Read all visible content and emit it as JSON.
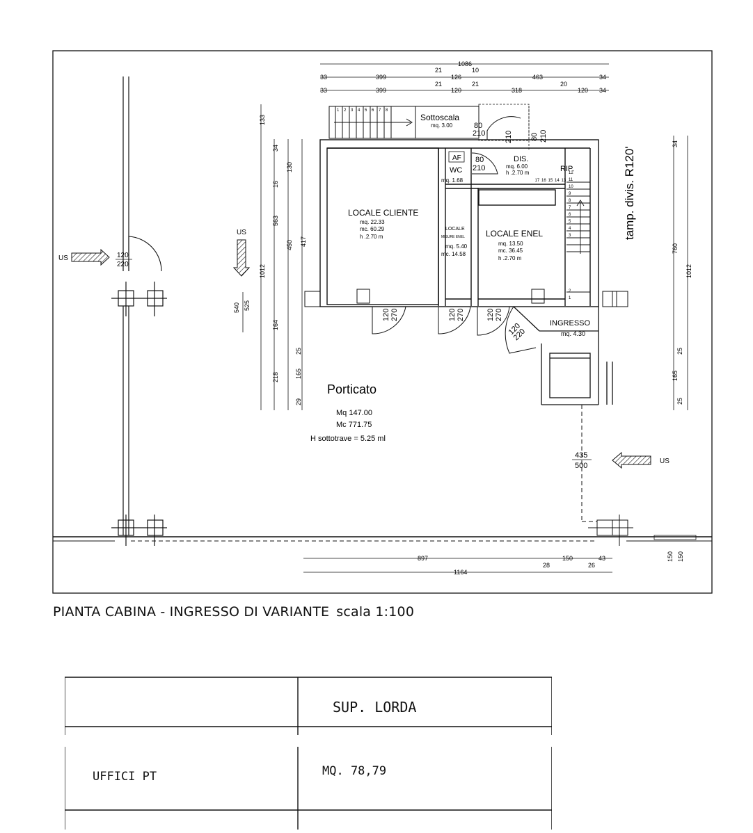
{
  "plan": {
    "rooms": {
      "sottoscala": {
        "name": "Sottoscala",
        "area": "mq. 3.00"
      },
      "dis": {
        "name": "DIS.",
        "area": "mq. 6.00",
        "height": "h .2.70 m"
      },
      "rip": {
        "name": "RIP."
      },
      "wc": {
        "name": "WC",
        "area": "mq. 1.68",
        "af": "AF"
      },
      "locale_cliente": {
        "name": "LOCALE CLIENTE",
        "area": "mq. 22.33",
        "volume": "mc. 60.29",
        "height": "h .2.70 m"
      },
      "locale_misure": {
        "name": "LOCALE",
        "sub": "MISURE ENEL",
        "area": "mq. 5.40",
        "volume": "mc. 14.58"
      },
      "locale_enel": {
        "name": "LOCALE ENEL",
        "area": "mq. 13.50",
        "volume": "mc. 36.45",
        "height": "h .2.70 m"
      },
      "ingresso": {
        "name": "INGRESSO",
        "area": "mq. 4.30"
      },
      "porticato": {
        "name": "Porticato",
        "area": "Mq 147.00",
        "volume": "Mc 771.75",
        "height": "H sottotrave = 5.25 ml"
      }
    },
    "wall_note": "tamp. divis. R120'",
    "us_label": "US",
    "stair_steps_top": [
      "1",
      "2",
      "3",
      "4",
      "5",
      "6",
      "7",
      "8"
    ],
    "stair_steps_right": [
      "1",
      "2",
      "3",
      "4",
      "5",
      "6",
      "7",
      "8",
      "9",
      "10",
      "11",
      "12",
      "13",
      "14",
      "15",
      "16",
      "17"
    ],
    "doors": {
      "left_us": {
        "w": "120",
        "h": "220"
      },
      "sottoscala": {
        "w": "80",
        "h": "210"
      },
      "dis_a": {
        "w": "210"
      },
      "dis_b": {
        "w": "80",
        "h": "210"
      },
      "wc": {
        "w": "80",
        "h": "210"
      },
      "cliente": {
        "w": "120",
        "h": "270"
      },
      "misure": {
        "w": "120",
        "h": "270"
      },
      "enel": {
        "w": "120",
        "h": "270"
      },
      "ingresso": {
        "w": "120",
        "h": "220"
      },
      "right_us": {
        "w": "435",
        "h": "500"
      }
    },
    "dims": {
      "top_total": "1086",
      "row2": [
        "33",
        "399",
        "21",
        "126",
        "10",
        "463",
        "34"
      ],
      "row3": [
        "33",
        "399",
        "21",
        "120",
        "21",
        "318",
        "20",
        "120",
        "34"
      ],
      "left_a": [
        "133",
        "34",
        "130",
        "16",
        "563",
        "450",
        "417",
        "164",
        "25",
        "165",
        "218",
        "29",
        "1012"
      ],
      "left_b": [
        "540",
        "525"
      ],
      "right": [
        "34",
        "760",
        "1012",
        "25",
        "165",
        "25"
      ],
      "bottom": [
        "897",
        "28",
        "150",
        "26",
        "43",
        "1164"
      ],
      "bottom_right": [
        "150",
        "150"
      ]
    }
  },
  "caption": {
    "title": "PIANTA CABINA - INGRESSO DI  VARIANTE",
    "scale": "scala 1:100"
  },
  "table": {
    "header": "SUP. LORDA",
    "rows": [
      {
        "label": "UFFICI PT",
        "value": "MQ. 78,79"
      }
    ]
  }
}
